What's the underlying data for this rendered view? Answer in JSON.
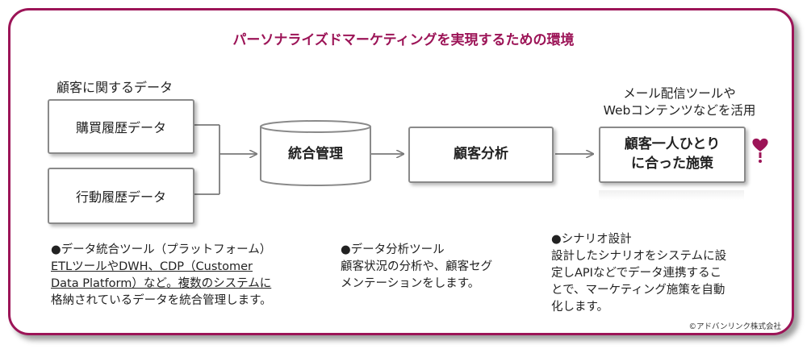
{
  "title": "パーソナライズドマーケティングを実現するための環境",
  "customer_data_label": "顧客に関するデータ",
  "boxes": {
    "purchase_history": "購買履歴データ",
    "behavior_history": "行動履歴データ",
    "integration": "統合管理",
    "analysis": "顧客分析",
    "measure_line1": "顧客一人ひとり",
    "measure_line2": "に合った施策"
  },
  "delivery_label": {
    "line1": "メール配信ツールや",
    "line2": "Webコンテンツなどを活用"
  },
  "notes": {
    "integration": {
      "heading": "●データ統合ツール（プラットフォーム）",
      "line2": "ETLツールやDWH、CDP（Customer",
      "line3": "Data Platform）など。複数のシステムに",
      "line4": "格納されているデータを統合管理します。"
    },
    "analysis": {
      "heading": "●データ分析ツール",
      "line2": "顧客状況の分析や、顧客セグ",
      "line3": "メンテーションをします。"
    },
    "scenario": {
      "heading": "●シナリオ設計",
      "line2": "設計したシナリオをシステムに設",
      "line3": "定しAPIなどでデータ連携するこ",
      "line4": "とで、マーケティング施策を自動",
      "line5": "化します。"
    }
  },
  "copyright": "©アドバンリンク株式会社",
  "colors": {
    "accent": "#9c1457",
    "box_border": "#8a8a8a",
    "arrow": "#7a7a7a"
  },
  "icons": {
    "measure": "heart-exclamation-icon"
  }
}
